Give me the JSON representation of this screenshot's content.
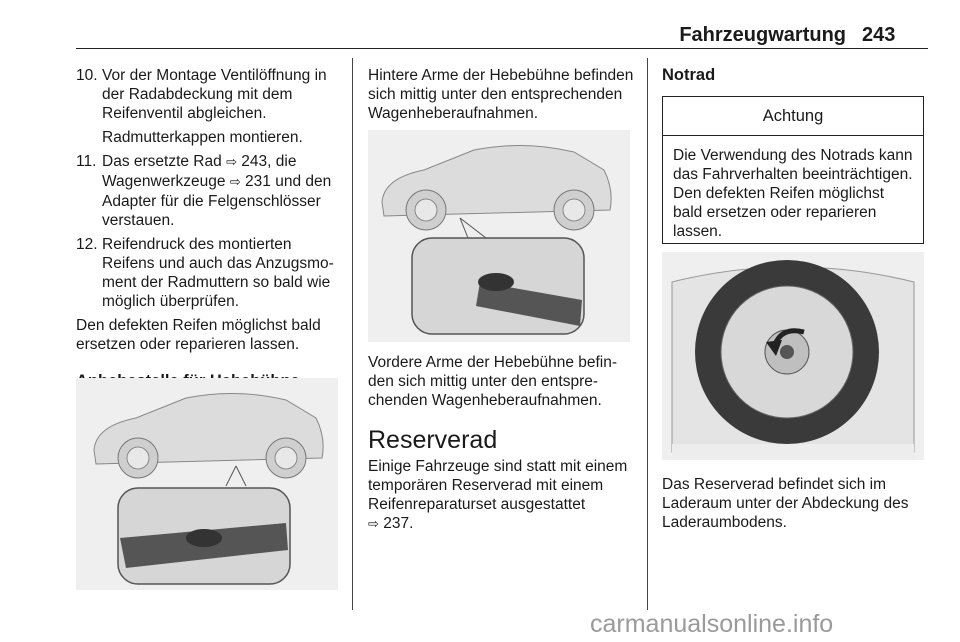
{
  "header": {
    "title": "Fahrzeugwartung",
    "page": "243"
  },
  "col1": {
    "steps": [
      {
        "num": "10.",
        "text": "Vor der Montage Ventilöffnung in der Radabdeckung mit dem Reifenventil abgleichen.",
        "sub": "Radmutterkappen montieren."
      },
      {
        "num": "11.",
        "text_a": "Das ersetzte Rad ",
        "ref_a": "243",
        "text_b": ", die Wagenwerkzeuge ",
        "ref_b": "231",
        "text_c": " und den Adapter für die Felgenschlösser verstauen."
      },
      {
        "num": "12.",
        "text": "Reifendruck des montierten Reifens und auch das Anzugsmo­ment der Radmuttern so bald wie möglich überprüfen."
      }
    ],
    "note": "Den defekten Reifen möglichst bald ersetzen oder reparieren lassen.",
    "section": "Anhebestelle für Hebebühne"
  },
  "col2": {
    "rear_arms": "Hintere Arme der Hebebühne befin­den sich mittig unter den entspre­chenden Wagenheberaufnahmen.",
    "front_arms": "Vordere Arme der Hebebühne befin­den sich mittig unter den entspre­chenden Wagenheberaufnahmen.",
    "section": "Reserverad",
    "body": "Einige Fahrzeuge sind statt mit einem temporären Reserverad mit einem Reifenreparaturset ausgestattet",
    "ref": "237",
    "ref_suffix": "."
  },
  "col3": {
    "section": "Notrad",
    "warning_title": "Achtung",
    "warning_text": "Die Verwendung des Notrads kann das Fahrverhalten beein­trächtigen. Den defekten Reifen möglichst bald ersetzen oder reparieren lassen.",
    "caption": "Das Reserverad befindet sich im Laderaum unter der Abdeckung des Laderaumbodens."
  },
  "ref_glyph": "⇨",
  "watermark": "carmanualsonline.info"
}
